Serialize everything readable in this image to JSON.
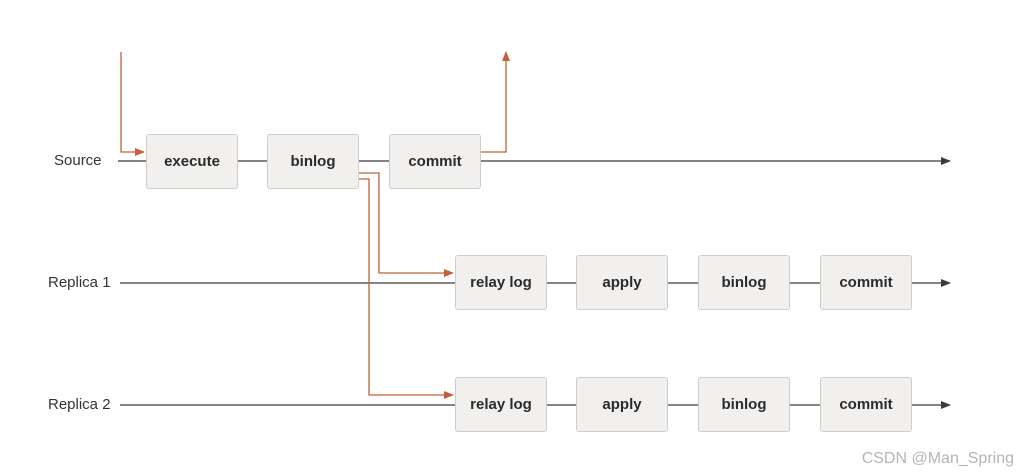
{
  "rows": {
    "source": "Source",
    "replica1": "Replica 1",
    "replica2": "Replica 2"
  },
  "source_steps": [
    "execute",
    "binlog",
    "commit"
  ],
  "replica1_steps": [
    "relay log",
    "apply",
    "binlog",
    "commit"
  ],
  "replica2_steps": [
    "relay log",
    "apply",
    "binlog",
    "commit"
  ],
  "watermark": "CSDN @Man_Spring",
  "colors": {
    "timeline": "#3a3a3a",
    "flow": "#c2603a",
    "box_fill": "#f1f0ee",
    "box_border": "#cfcdca"
  }
}
